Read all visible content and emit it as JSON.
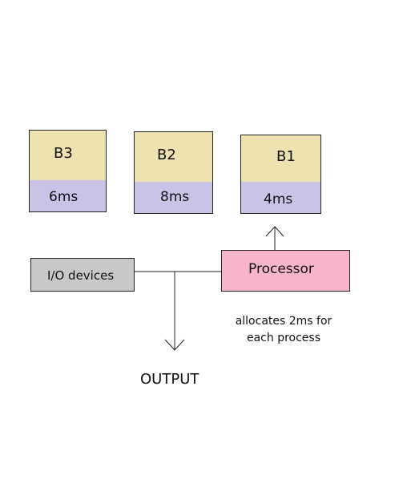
{
  "blocks": [
    {
      "name": "B3",
      "time": "6ms"
    },
    {
      "name": "B2",
      "time": "8ms"
    },
    {
      "name": "B1",
      "time": "4ms"
    }
  ],
  "io_label": "I/O devices",
  "processor_label": "Processor",
  "note": {
    "line1": "allocates 2ms for",
    "line2": "each process"
  },
  "output_label": "OUTPUT",
  "colors": {
    "block_top": "#eee2b0",
    "block_bottom": "#cbc2e8",
    "io": "#c8c8c8",
    "processor": "#f7b5cc"
  }
}
